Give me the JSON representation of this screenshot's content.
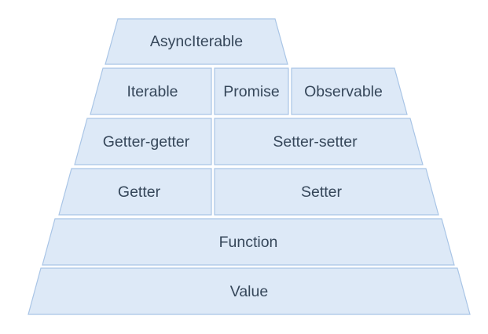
{
  "colors": {
    "block_fill": "#dde9f7",
    "block_stroke": "#a9c5e6",
    "text": "#36475a",
    "background": "#ffffff"
  },
  "layers": [
    {
      "blocks": [
        {
          "label": "AsyncIterable"
        }
      ]
    },
    {
      "blocks": [
        {
          "label": "Iterable"
        },
        {
          "label": "Promise"
        },
        {
          "label": "Observable"
        }
      ]
    },
    {
      "blocks": [
        {
          "label": "Getter-getter"
        },
        {
          "label": "Setter-setter"
        }
      ]
    },
    {
      "blocks": [
        {
          "label": "Getter"
        },
        {
          "label": "Setter"
        }
      ]
    },
    {
      "blocks": [
        {
          "label": "Function"
        }
      ]
    },
    {
      "blocks": [
        {
          "label": "Value"
        }
      ]
    }
  ]
}
